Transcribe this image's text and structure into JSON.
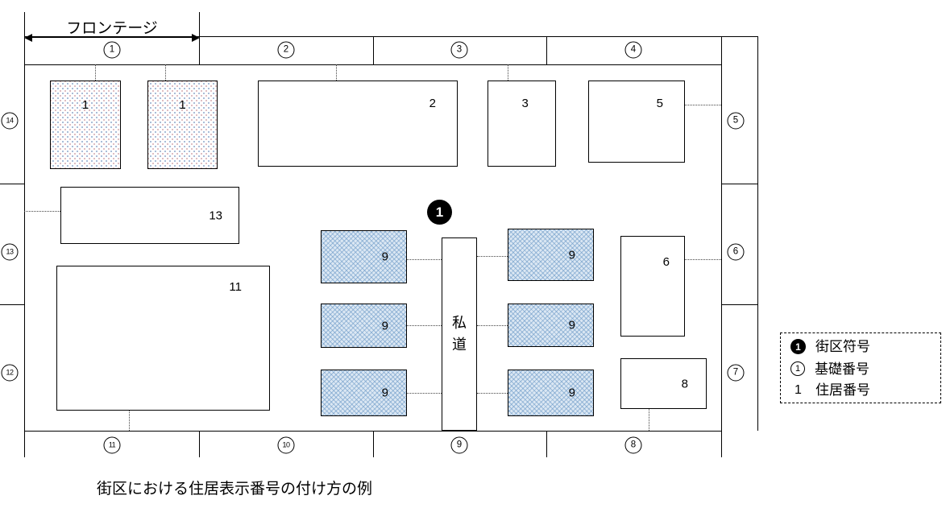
{
  "caption": "街区における住居表示番号の付け方の例",
  "frontage": {
    "label": "フロンテージ"
  },
  "block_symbol": {
    "value": "1"
  },
  "private_road": {
    "label": "私道"
  },
  "perimeter": {
    "top": [
      "1",
      "2",
      "3",
      "4"
    ],
    "right": [
      "5",
      "6",
      "7"
    ],
    "bottom": [
      "11",
      "10",
      "9",
      "8"
    ],
    "left": [
      "14",
      "13",
      "12"
    ]
  },
  "buildings": {
    "n1a": "1",
    "n1b": "1",
    "n2": "2",
    "n3": "3",
    "n5": "5",
    "n13": "13",
    "n11": "11",
    "nine_left_1": "9",
    "nine_left_2": "9",
    "nine_left_3": "9",
    "nine_right_1": "9",
    "nine_right_2": "9",
    "nine_right_3": "9",
    "n6": "6",
    "n8": "8"
  },
  "legend": {
    "block_symbol": {
      "symbol": "1",
      "label": "街区符号"
    },
    "base_number": {
      "symbol": "1",
      "label": "基礎番号"
    },
    "residence_number": {
      "symbol": "1",
      "label": "住居番号"
    }
  },
  "colors": {
    "line": "#000000",
    "hatch_fill": "#dbe7f3",
    "hatch_line": "#6e9bc8",
    "stipple_dot": "#9fb6d4",
    "badge_bg": "#000000",
    "badge_text": "#ffffff"
  }
}
